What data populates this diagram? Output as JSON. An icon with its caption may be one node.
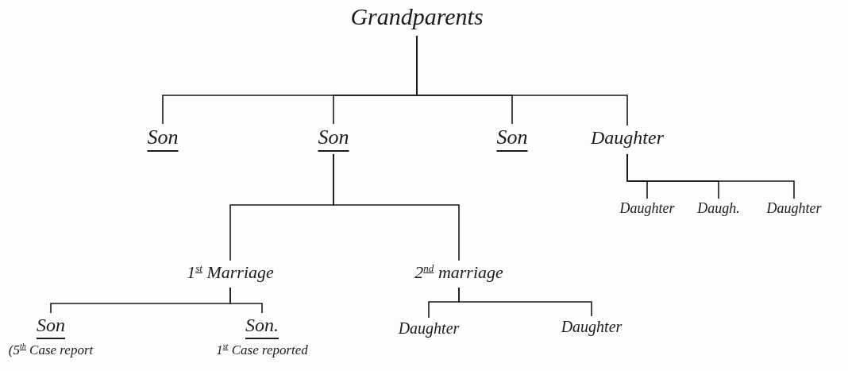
{
  "diagram": {
    "nodes": [
      {
        "text": [
          "Grandparents"
        ]
      },
      {
        "text": [
          "Son"
        ]
      },
      {
        "text": [
          "Son"
        ]
      },
      {
        "text": [
          "Son"
        ]
      },
      {
        "text": [
          "Daughter"
        ]
      },
      {
        "text": [
          "Daughter"
        ]
      },
      {
        "text": [
          "Daugh."
        ]
      },
      {
        "text": [
          "Daughter"
        ]
      },
      {
        "text": [
          "1$^{st}$ Marriage"
        ]
      },
      {
        "text": [
          "2$^{nd}$ marriage"
        ]
      },
      {
        "text": [
          "Son"
        ],
        "beside": [
          "(5$^{th}$ Case report"
        ]
      },
      {
        "text": [
          "Son."
        ],
        "beside": [
          "1$^{st}$ Case reported"
        ]
      },
      {
        "text": [
          "Daughter"
        ]
      },
      {
        "text": [
          "Daughter"
        ]
      }
    ],
    "edges": [
      {
        "from": 0,
        "to": 1,
        "arrow": "none"
      },
      {
        "from": 0,
        "to": 2,
        "arrow": "none"
      },
      {
        "from": 0,
        "to": 3,
        "arrow": "none"
      },
      {
        "from": 0,
        "to": 4,
        "arrow": "none"
      },
      {
        "from": 4,
        "to": 5,
        "arrow": "none"
      },
      {
        "from": 4,
        "to": 6,
        "arrow": "none"
      },
      {
        "from": 4,
        "to": 7,
        "arrow": "none"
      },
      {
        "from": 2,
        "to": 8,
        "arrow": "none"
      },
      {
        "from": 2,
        "to": 9,
        "arrow": "none"
      },
      {
        "from": 8,
        "to": 10,
        "arrow": "none"
      },
      {
        "from": 8,
        "to": 11,
        "arrow": "none"
      },
      {
        "from": 9,
        "to": 12,
        "arrow": "none"
      },
      {
        "from": 9,
        "to": 13,
        "arrow": "none"
      }
    ]
  }
}
